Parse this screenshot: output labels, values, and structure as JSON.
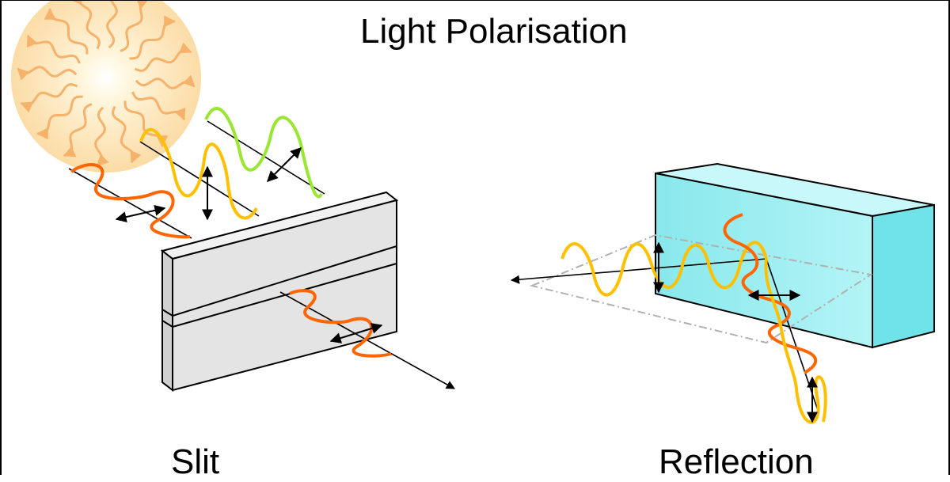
{
  "title": "Light Polarisation",
  "labels": {
    "slit": "Slit",
    "reflection": "Reflection"
  },
  "colors": {
    "unpolarised_wave": "#f5b800",
    "polarised_wave_vertical": "#ffc000",
    "polarised_wave_horizontal": "#ff6600",
    "polarised_wave_diagonal": "#99e633",
    "sun_glow": "#fde9c0",
    "filter_block": "#e6e6e6",
    "glass_block": "#8eeef0"
  },
  "icons": {
    "sun": "sun-icon",
    "polarisation_arrow": "double-headed-arrow-icon",
    "light_ray": "arrow-icon"
  }
}
